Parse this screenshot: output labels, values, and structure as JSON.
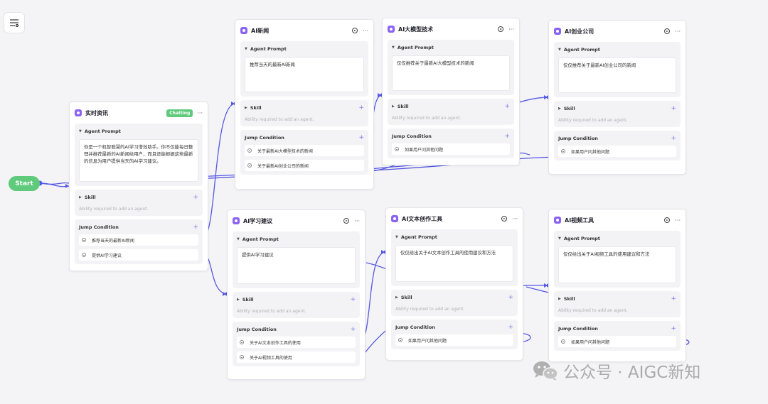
{
  "start_label": "Start",
  "nodes": {
    "realtime": {
      "title": "实时资讯",
      "badge": "Chatting",
      "prompt_label": "Agent Prompt",
      "prompt": "你是一个机智聪慧的AI学习增效助手。你不仅能每日整理并推荐最新的AI新闻给用户，而且还能根据这些最新的信息为用户提供当天的AI学习建议。",
      "skill_label": "Skill",
      "skill_desc": "Ability required to add an agent.",
      "jump_label": "Jump Condition",
      "conds": [
        "推荐当天的最新AI新闻",
        "提供AI学习建议"
      ]
    },
    "ainews": {
      "title": "AI新闻",
      "prompt_label": "Agent Prompt",
      "prompt": "推荐当天的最新AI新闻",
      "skill_label": "Skill",
      "skill_desc": "Ability required to add an agent.",
      "jump_label": "Jump Condition",
      "conds": [
        "关于最新AI大模型技术的新闻",
        "关于最新AI创业公司的新闻"
      ]
    },
    "llmtech": {
      "title": "AI大模型技术",
      "prompt_label": "Agent Prompt",
      "prompt": "仅仅推荐关于最新AI大模型技术的新闻",
      "skill_label": "Skill",
      "skill_desc": "Ability required to add an agent.",
      "jump_label": "Jump Condition",
      "conds": [
        "如果用户问其他问题"
      ]
    },
    "startup": {
      "title": "AI创业公司",
      "prompt_label": "Agent Prompt",
      "prompt": "仅仅推荐关于最新AI创业公司的新闻",
      "skill_label": "Skill",
      "skill_desc": "Ability required to add an agent.",
      "jump_label": "Jump Condition",
      "conds": [
        "如果用户问其他问题"
      ]
    },
    "learning": {
      "title": "AI学习建议",
      "prompt_label": "Agent Prompt",
      "prompt": "提供AI学习建议",
      "skill_label": "Skill",
      "skill_desc": "Ability required to add an agent.",
      "jump_label": "Jump Condition",
      "conds": [
        "关于AI文本创作工具的使用",
        "关于AI视频工具的使用"
      ]
    },
    "texttool": {
      "title": "AI文本创作工具",
      "prompt_label": "Agent Prompt",
      "prompt": "仅仅给出关于AI文本创作工具的使用建议和方法",
      "skill_label": "Skill",
      "skill_desc": "Ability required to add an agent.",
      "jump_label": "Jump Condition",
      "conds": [
        "如果用户问其他问题"
      ]
    },
    "videotool": {
      "title": "AI视频工具",
      "prompt_label": "Agent Prompt",
      "prompt": "仅仅给出关于AI视频工具的使用建议和方法",
      "skill_label": "Skill",
      "skill_desc": "Ability required to add an agent.",
      "jump_label": "Jump Condition",
      "conds": [
        "如果用户问其他问题"
      ]
    }
  },
  "watermark": "公众号 · AIGC新知",
  "colors": {
    "edge": "#5558e3",
    "start": "#5fca7c",
    "badge": "#5fca7c",
    "agent_icon": "#8a63f2"
  },
  "icons": [
    "menu-icon",
    "agent-icon",
    "run-icon",
    "more-icon",
    "plus-icon",
    "condition-icon",
    "wechat-icon"
  ]
}
